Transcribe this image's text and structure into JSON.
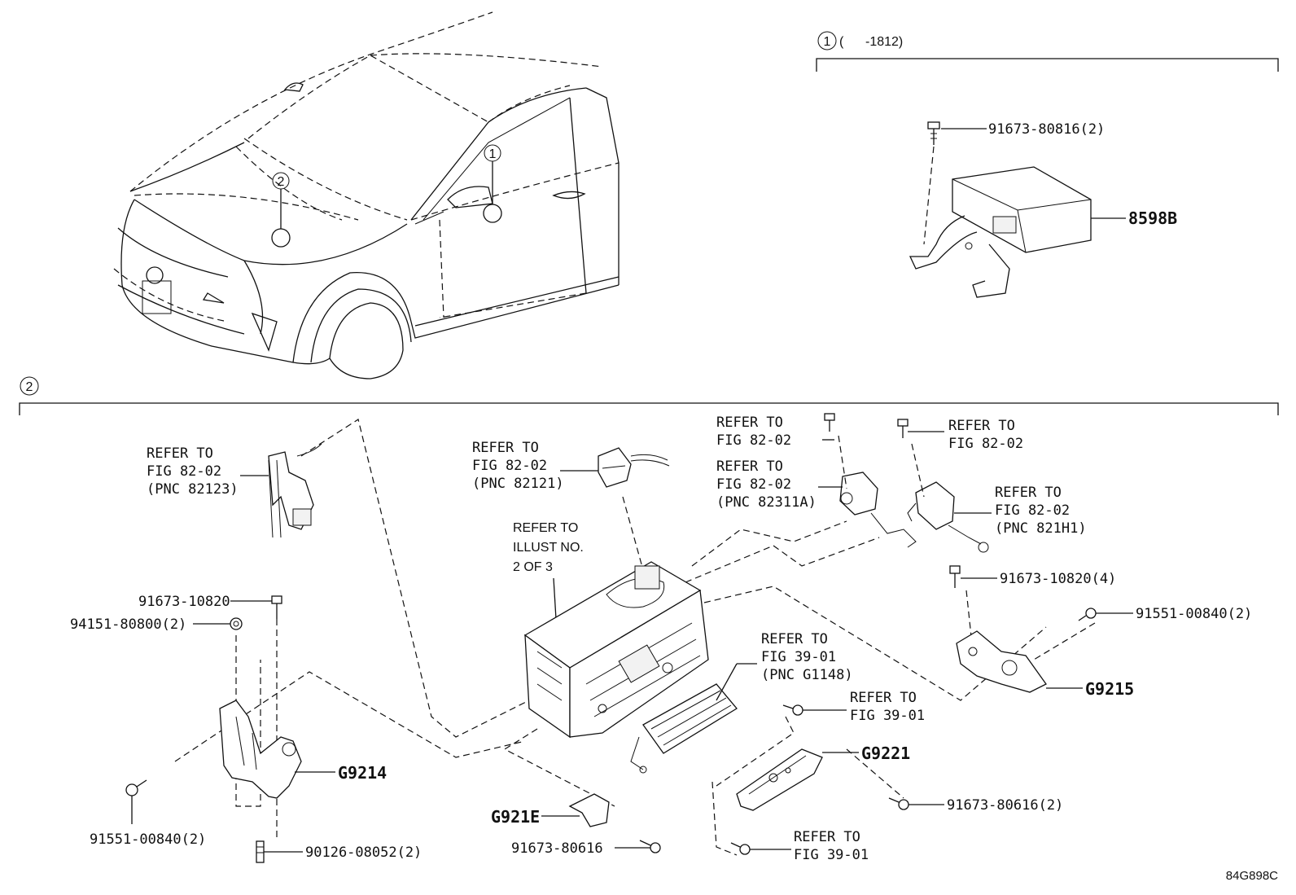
{
  "section_markers": {
    "section1_number": "1",
    "section1_range": "(      -1812)",
    "section2_number": "2",
    "car_marker1": "1",
    "car_marker2": "2"
  },
  "labels": {
    "p8598b": "8598B",
    "p91673_80816_2": "91673-80816(2)",
    "refer_82123_l1": "REFER TO",
    "refer_82123_l2": "FIG 82-02",
    "refer_82123_l3": "(PNC 82123)",
    "refer_82121_l1": "REFER TO",
    "refer_82121_l2": "FIG 82-02",
    "refer_82121_l3": "(PNC 82121)",
    "refer_illust_l1": "REFER TO",
    "refer_illust_l2": "ILLUST NO.",
    "refer_illust_l3": "2 OF 3",
    "refer_8202_a_l1": "REFER TO",
    "refer_8202_a_l2": "FIG 82-02",
    "refer_82311a_l1": "REFER TO",
    "refer_82311a_l2": "FIG 82-02",
    "refer_82311a_l3": "(PNC 82311A)",
    "refer_8202_b_l1": "REFER TO",
    "refer_8202_b_l2": "FIG 82-02",
    "refer_821h1_l1": "REFER TO",
    "refer_821h1_l2": "FIG 82-02",
    "refer_821h1_l3": "(PNC 821H1)",
    "p91673_10820_4": "91673-10820(4)",
    "p91551_00840_2_right": "91551-00840(2)",
    "g9215": "G9215",
    "refer_g1148_l1": "REFER TO",
    "refer_g1148_l2": "FIG 39-01",
    "refer_g1148_l3": "(PNC G1148)",
    "refer_3901_a_l1": "REFER TO",
    "refer_3901_a_l2": "FIG 39-01",
    "g9221": "G9221",
    "p91673_80616_2": "91673-80616(2)",
    "refer_3901_b_l1": "REFER TO",
    "refer_3901_b_l2": "FIG 39-01",
    "g921e": "G921E",
    "p91673_80616": "91673-80616",
    "p91673_10820": "91673-10820",
    "p94151_80800_2": "94151-80800(2)",
    "g9214": "G9214",
    "p91551_00840_2_left": "91551-00840(2)",
    "p90126_08052_2": "90126-08052(2)",
    "diagram_code": "84G898C"
  }
}
